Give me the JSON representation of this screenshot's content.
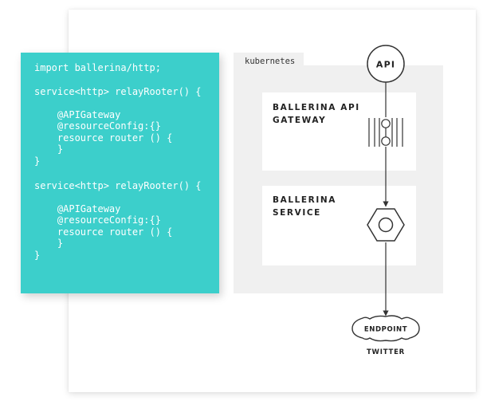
{
  "code": {
    "lines": [
      "import ballerina/http;",
      "service<http> relayRooter() {",
      "    @APIGateway",
      "    @resourceConfig:{}",
      "    resource router () {",
      "    }",
      "}",
      "service<http> relayRooter() {",
      "    @APIGateway",
      "    @resourceConfig:{}",
      "    resource router () {",
      "    }",
      "}"
    ]
  },
  "cluster": {
    "label": "kubernetes"
  },
  "gateway_box": {
    "line1": "BALLERINA API",
    "line2": "GATEWAY"
  },
  "service_box": {
    "line1": "BALLERINA",
    "line2": "SERVICE"
  },
  "api_node": {
    "label": "API"
  },
  "endpoint_node": {
    "label": "ENDPOINT",
    "caption": "TWITTER"
  },
  "colors": {
    "code_panel": "#3ccfcb",
    "cluster_bg": "#f0f0f0",
    "stroke": "#333333"
  },
  "icons": [
    "gateway-icon",
    "service-hexagon-icon",
    "cloud-icon"
  ]
}
